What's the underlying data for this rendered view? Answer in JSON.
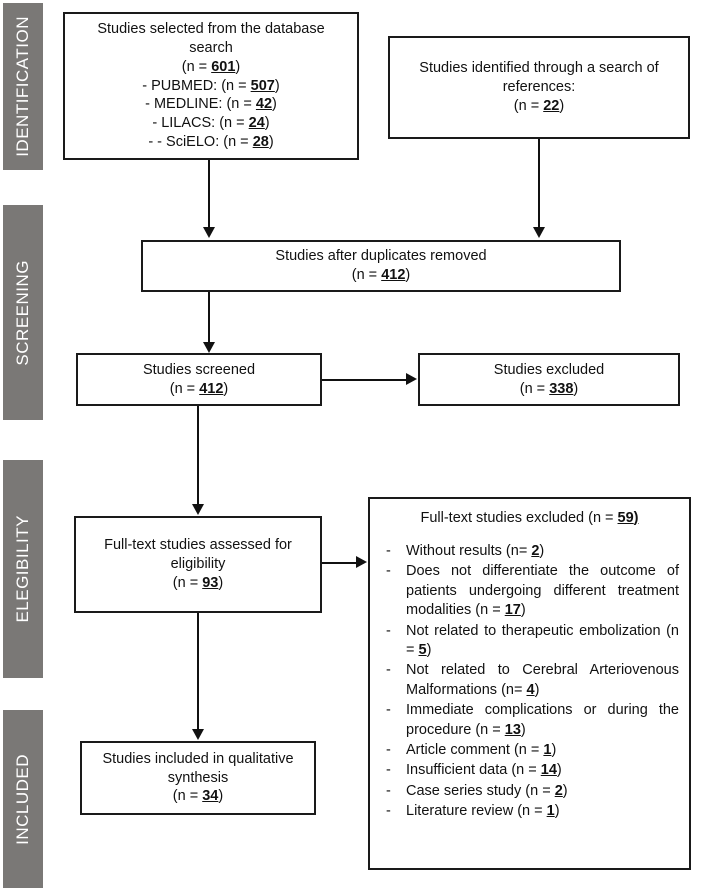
{
  "diagram": {
    "type": "PRISMA flow diagram",
    "stages": [
      {
        "id": "identification",
        "label": "IDENTIFICATION"
      },
      {
        "id": "screening",
        "label": "SCREENING"
      },
      {
        "id": "eligibility",
        "label": "ELEGIBILITY"
      },
      {
        "id": "included",
        "label": "INCLUDED"
      }
    ],
    "colors": {
      "stage_bar": "#7a7876",
      "stage_text": "#ffffff",
      "box_border": "#1a1a1a",
      "box_fill": "#ffffff",
      "text": "#111111"
    },
    "boxes": {
      "database_search": {
        "title_line1": "Studies selected from the database",
        "title_line2": "search",
        "total_prefix": "(n = ",
        "total_value": "601",
        "total_suffix": ")",
        "sources": [
          {
            "label": "- PUBMED: (n = ",
            "value": "507",
            "suffix": ")"
          },
          {
            "label": "-   MEDLINE: (n = ",
            "value": "42",
            "suffix": ")"
          },
          {
            "label": "-   LILACS: (n = ",
            "value": "24",
            "suffix": ")"
          },
          {
            "label": "-   - SciELO: (n = ",
            "value": "28",
            "suffix": ")"
          }
        ]
      },
      "references_search": {
        "line1": "Studies identified through a search of",
        "line2": "references:",
        "count_prefix": "(n = ",
        "count_value": "22",
        "count_suffix": ")"
      },
      "duplicates_removed": {
        "line1": "Studies after duplicates removed",
        "count_prefix": "(n = ",
        "count_value": "412",
        "count_suffix": ")"
      },
      "screened": {
        "line1": "Studies screened",
        "count_prefix": "(n = ",
        "count_value": "412",
        "count_suffix": ")"
      },
      "excluded_screening": {
        "line1": "Studies excluded",
        "count_prefix": "(n = ",
        "count_value": "338",
        "count_suffix": ")"
      },
      "fulltext_assessed": {
        "line1": "Full-text studies assessed for",
        "line2": "eligibility",
        "count_prefix": "(n = ",
        "count_value": "93",
        "count_suffix": ")"
      },
      "fulltext_excluded": {
        "heading": "Full-text studies excluded",
        "count_prefix": "(n = ",
        "count_value": "59",
        "count_suffix": ")",
        "reasons": [
          {
            "text_before": "Without results (n= ",
            "value": "2",
            "text_after": ")"
          },
          {
            "text_before": "Does not differentiate the outcome of patients undergoing different treatment modalities (n = ",
            "value": "17",
            "text_after": ")"
          },
          {
            "text_before": "Not related to therapeutic embolization (n = ",
            "value": "5",
            "text_after": ")"
          },
          {
            "text_before": "Not related to Cerebral Arteriovenous Malformations (n= ",
            "value": "4",
            "text_after": ")"
          },
          {
            "text_before": "Immediate complications or during the procedure (n = ",
            "value": "13",
            "text_after": ")"
          },
          {
            "text_before": "Article comment (n = ",
            "value": "1",
            "text_after": ")"
          },
          {
            "text_before": "Insufficient data (n = ",
            "value": "14",
            "text_after": ")"
          },
          {
            "text_before": "Case series study (n = ",
            "value": "2",
            "text_after": ")"
          },
          {
            "text_before": "Literature review (n = ",
            "value": "1",
            "text_after": ")"
          }
        ]
      },
      "included_qualitative": {
        "line1": "Studies included in qualitative",
        "line2": "synthesis",
        "count_prefix": "(n = ",
        "count_value": "34",
        "count_suffix": ")"
      }
    }
  }
}
